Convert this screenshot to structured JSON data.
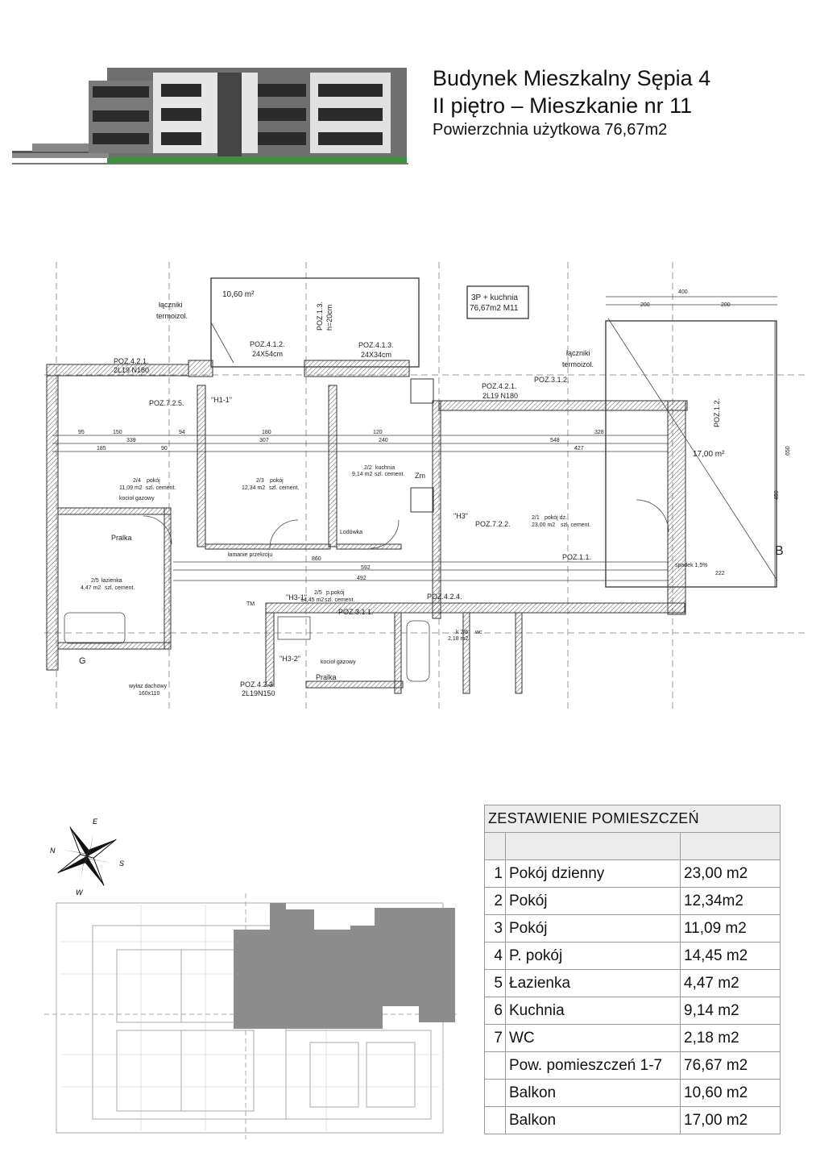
{
  "header": {
    "line1": "Budynek Mieszkalny Sępia 4",
    "line2": "II piętro – Mieszkanie nr 11",
    "line3": "Powierzchnia użytkowa 76,67m2"
  },
  "plan": {
    "unit_box_line1": "3P + kuchnia",
    "unit_box_line2": "76,67m2 M11",
    "balcony1_area": "10,60 m²",
    "balcony2_area": "17,00 m²",
    "connectors1": "łączniki",
    "connectors2": "termoizol.",
    "label_b": "B",
    "poz": [
      "POZ.4.2.1.",
      "2L19 N180",
      "POZ.4.1.2.",
      "24X54cm",
      "POZ.1.3.",
      "h=20cm",
      "POZ.7.2.5.",
      "POZ.7.2.2.",
      "POZ.1.2.",
      "POZ.1.1.",
      "POZ.4.2.3.",
      "2L19N150",
      "POZ.4.2.4.",
      "POZ.3.1.1.",
      "POZ.3.1.2.",
      "POZ.4.1.3.",
      "24X34cm"
    ],
    "rooms": [
      {
        "code": "2/1",
        "name": "pokój dz.",
        "area": "23,00 m2",
        "floor": "szl. cement."
      },
      {
        "code": "2/3",
        "name": "pokój",
        "area": "12,34 m2",
        "floor": "szl. cement."
      },
      {
        "code": "2/4",
        "name": "pokój",
        "area": "11,09 m2",
        "floor": "szl. cement."
      },
      {
        "code": "2/5",
        "name": "p.pokój",
        "area": "14,45 m2",
        "floor": "szl. cement."
      },
      {
        "code": "2/5",
        "name": "łazienka",
        "area": "4,47 m2",
        "floor": "szl. cement."
      },
      {
        "code": "2/2",
        "name": "kuchnia",
        "area": "9,14 m2",
        "floor": "szl. cement."
      },
      {
        "code": "k 2/6",
        "name": "wc",
        "area": "2,18 m2",
        "floor": ""
      }
    ],
    "misc": [
      "Pralka",
      "Lodówka",
      "Zm",
      "kocioł gazowy",
      "\"H1-1\"",
      "\"H3\"",
      "\"H3-1\"",
      "\"H3-2\"",
      "łamanie przekroju",
      "wyłaz dachowy",
      "160x110",
      "G",
      "TM",
      "spadek 1,5%"
    ],
    "dims": [
      "400",
      "200",
      "200",
      "95",
      "150",
      "94",
      "339",
      "185",
      "90",
      "180",
      "307",
      "120",
      "240",
      "548",
      "328",
      "427",
      "860",
      "592",
      "492",
      "650",
      "450",
      "222"
    ]
  },
  "table": {
    "title": "ZESTAWIENIE POMIESZCZEŃ",
    "rows": [
      {
        "no": "1",
        "name": "Pokój dzienny",
        "area": "23,00 m2"
      },
      {
        "no": "2",
        "name": "Pokój",
        "area": "12,34m2"
      },
      {
        "no": "3",
        "name": "Pokój",
        "area": "11,09 m2"
      },
      {
        "no": "4",
        "name": "P. pokój",
        "area": "14,45 m2"
      },
      {
        "no": "5",
        "name": "Łazienka",
        "area": "4,47 m2"
      },
      {
        "no": "6",
        "name": "Kuchnia",
        "area": "9,14 m2"
      },
      {
        "no": "7",
        "name": "WC",
        "area": "2,18 m2"
      },
      {
        "no": "",
        "name": "Pow. pomieszczeń 1-7",
        "area": "76,67 m2"
      },
      {
        "no": "",
        "name": "Balkon",
        "area": "10,60 m2"
      },
      {
        "no": "",
        "name": "Balkon",
        "area": "17,00 m2"
      }
    ]
  },
  "compass": {
    "n": "N",
    "e": "E",
    "s": "S",
    "w": "W"
  }
}
